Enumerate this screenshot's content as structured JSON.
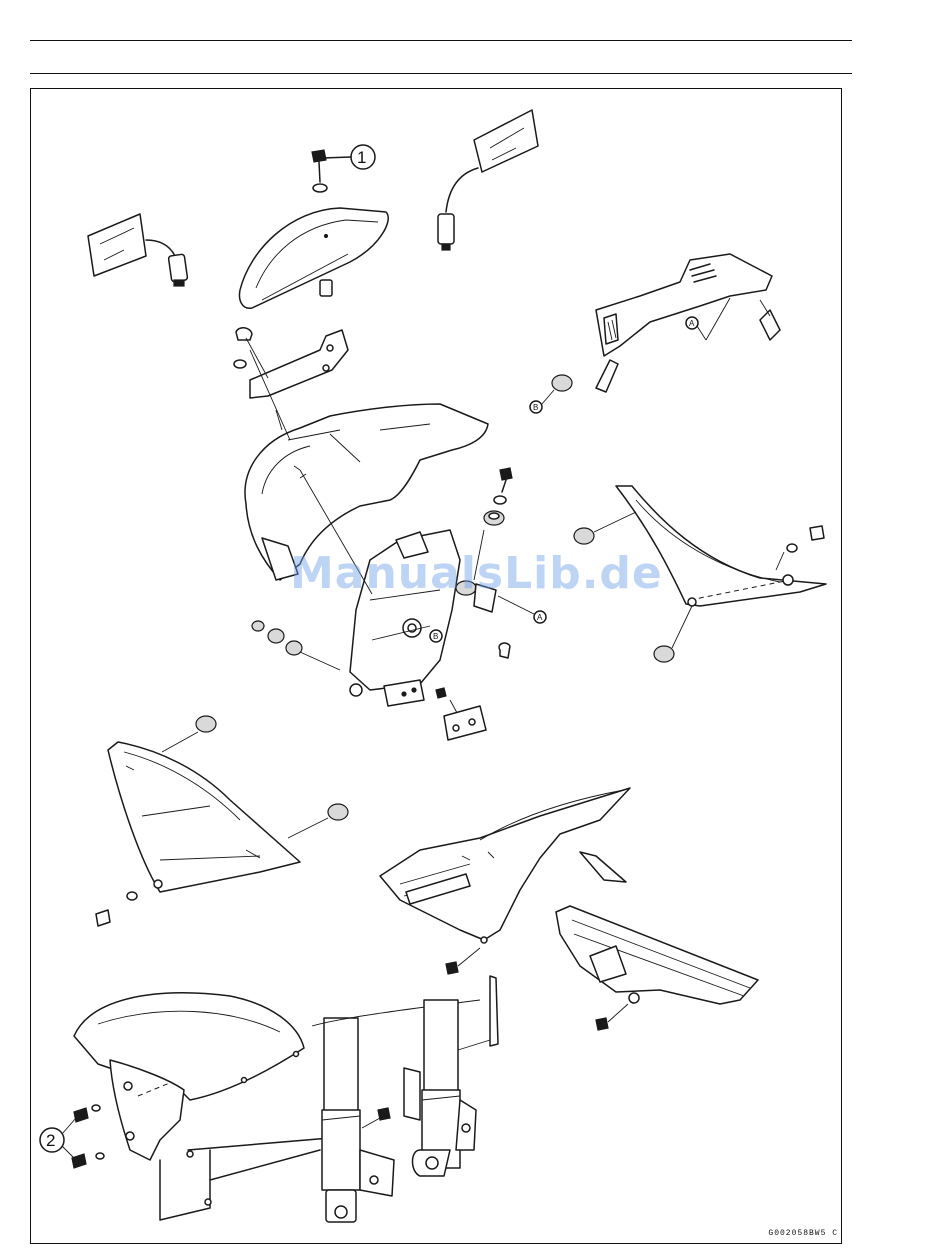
{
  "callouts": {
    "c1": "1",
    "c2": "2"
  },
  "refs": {
    "a_upper": "A",
    "a_lower": "A",
    "b_left": "B",
    "b_center": "B"
  },
  "figure_code": "G002058BW5 C",
  "watermark": "ManualsLib.de",
  "colors": {
    "line": "#1a1a1a",
    "background": "#ffffff",
    "watermark": "#6ea0e6"
  }
}
